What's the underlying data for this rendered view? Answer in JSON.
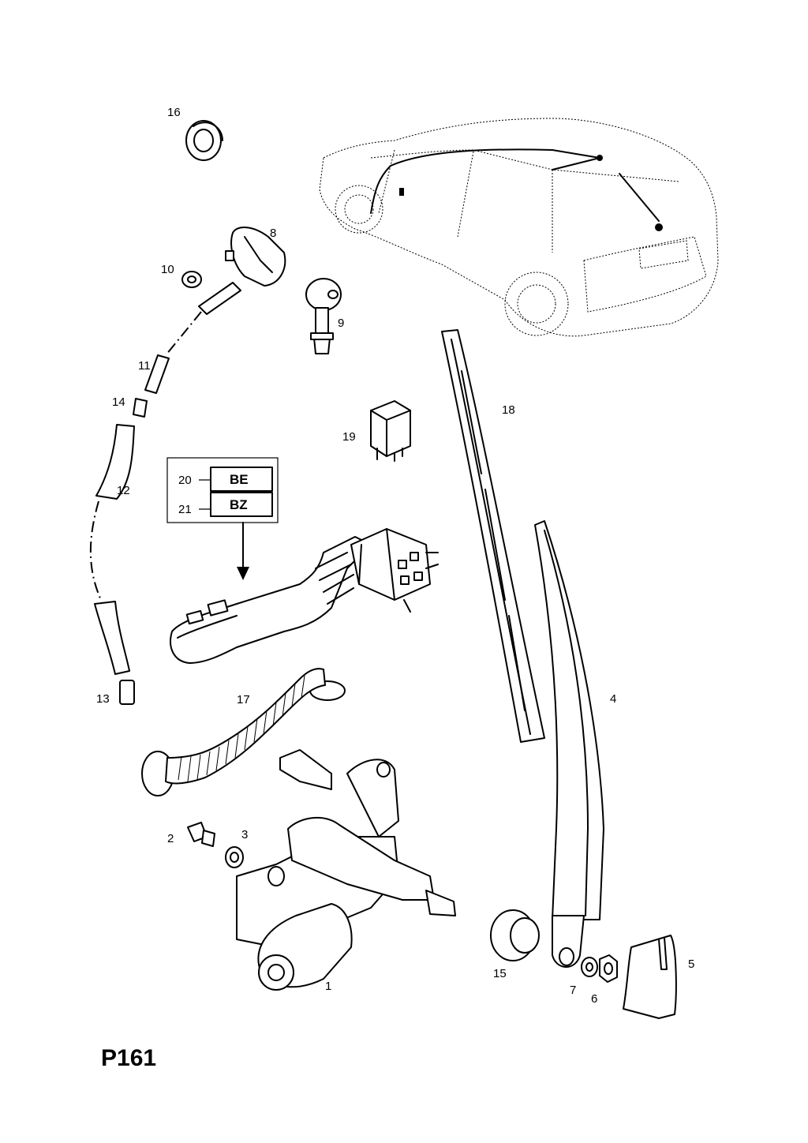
{
  "diagram": {
    "code": "P161",
    "labels": {
      "p1": "1",
      "p2": "2",
      "p3": "3",
      "p4": "4",
      "p5": "5",
      "p6": "6",
      "p7": "7",
      "p8": "8",
      "p9": "9",
      "p10": "10",
      "p11": "11",
      "p12": "12",
      "p13": "13",
      "p14": "14",
      "p15": "15",
      "p16": "16",
      "p17": "17",
      "p18": "18",
      "p19": "19",
      "p20": "20",
      "p21": "21"
    },
    "variants": {
      "be": "BE",
      "bz": "BZ"
    }
  }
}
